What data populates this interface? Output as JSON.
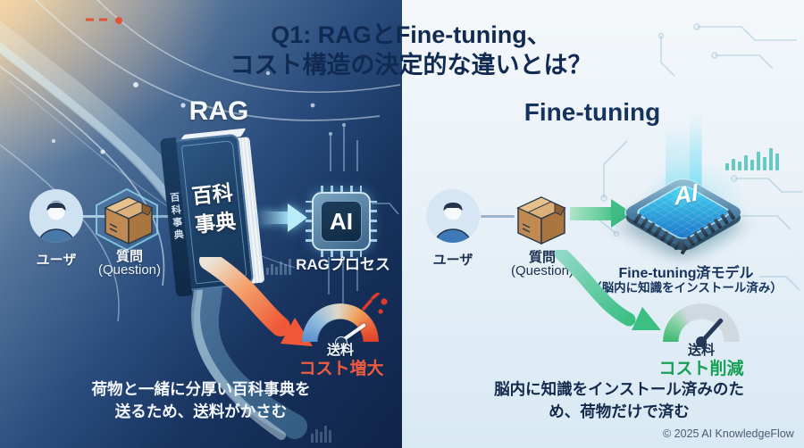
{
  "title": {
    "line1": "Q1: RAGとFine-tuning、",
    "line2": "コスト構造の決定的な違いとは？"
  },
  "left": {
    "heading": "RAG",
    "user_label": "ユーザ",
    "box_label": "質問",
    "box_sublabel": "(Question)",
    "book_cover_line1": "百科",
    "book_cover_line2": "事典",
    "book_spine": "百科事典",
    "chip_label": "AI",
    "process_label": "RAGプロセス",
    "gauge_label": "送料",
    "gauge_status": "コスト増大",
    "caption_line1": "荷物と一緒に分厚い百科事典を",
    "caption_line2": "送るため、送料がかさむ"
  },
  "right": {
    "heading": "Fine-tuning",
    "user_label": "ユーザ",
    "box_label": "質問",
    "box_sublabel": "(Question)",
    "chip_label": "AI",
    "model_label": "Fine-tuning済モデル",
    "model_sublabel": "（脳内に知識をインストール済み）",
    "gauge_label": "送料",
    "gauge_status": "コスト削減",
    "caption_line1": "脳内に知識をインストール済みのた",
    "caption_line2": "め、荷物だけで済む"
  },
  "footer": {
    "copyright": "© 2025 AI KnowledgeFlow"
  },
  "colors": {
    "left_bg": "#18335f",
    "right_bg": "#e9f1f7",
    "title_text": "#112a52",
    "cost_up": "#ef5b40",
    "cost_down": "#17a055",
    "arrow_orange": "#ee5836",
    "arrow_green": "#3cbf83",
    "chip_cyan": "#35c4e8"
  }
}
